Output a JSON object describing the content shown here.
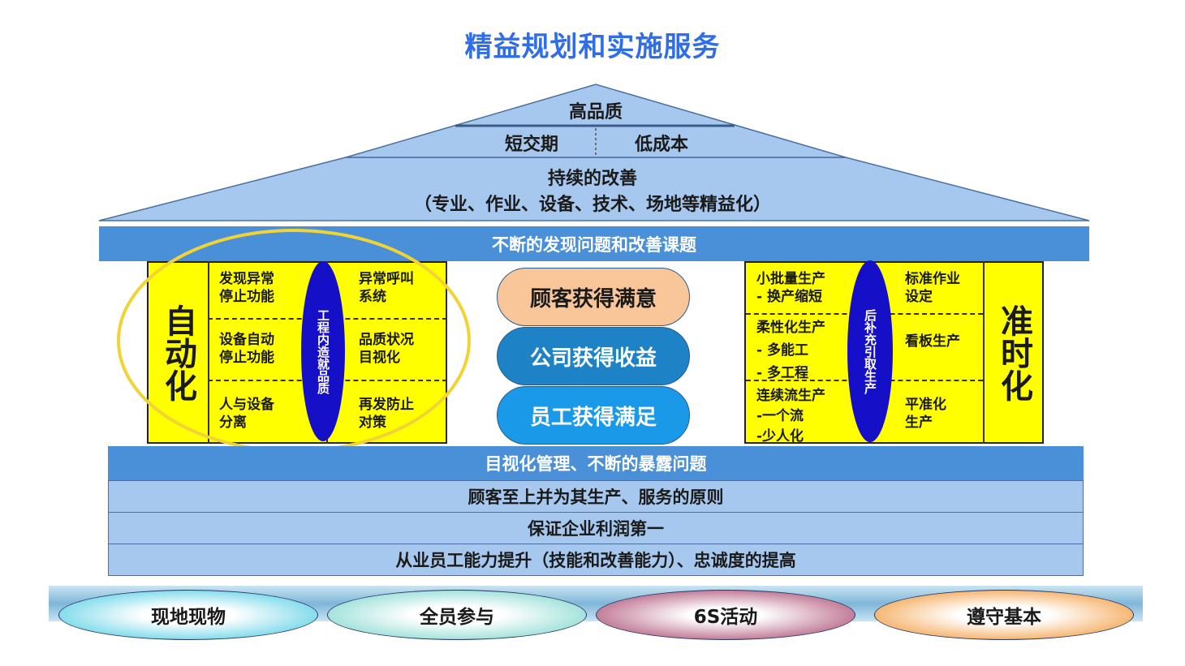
{
  "title": "精益规划和实施服务",
  "roof": {
    "top": "高品质",
    "left": "短交期",
    "right": "低成本",
    "main_line1": "持续的改善",
    "main_line2": "（专业、作业、设备、技术、场地等精益化）"
  },
  "beam_top": "不断的发现问题和改善课题",
  "left_pillar": {
    "big_label": "自动化",
    "oval": "工程内造就品质",
    "cells": [
      {
        "line1": "发现异常",
        "line2": "停止功能"
      },
      {
        "line1": "异常呼叫",
        "line2": "系统"
      },
      {
        "line1": "设备自动",
        "line2": "停止功能"
      },
      {
        "line1": "品质状况",
        "line2": "目视化"
      },
      {
        "line1": "人与设备",
        "line2": "分离"
      },
      {
        "line1": "再发防止",
        "line2": "对策"
      }
    ]
  },
  "center": {
    "pill1": "顾客获得满意",
    "pill2": "公司获得收益",
    "pill3": "员工获得满足"
  },
  "right_pillar": {
    "big_label": "准时化",
    "oval": "后补充引取生产",
    "left_cells": [
      {
        "line1": "小批量生产",
        "line2": "- 换产缩短"
      },
      {
        "line1": "柔性化生产",
        "line2": "- 多能工",
        "line3": "- 多工程"
      },
      {
        "line1": "连续流生产",
        "line2": "-一个流",
        "line3": "-少人化"
      }
    ],
    "right_cells": [
      {
        "line1": "标准作业",
        "line2": "设定"
      },
      {
        "line1": "看板生产",
        "line2": ""
      },
      {
        "line1": "平准化",
        "line2": "生产"
      }
    ]
  },
  "foundation": {
    "bar1": "目视化管理、不断的暴露问题",
    "bar2": "顾客至上并为其生产、服务的原则",
    "bar3": "保证企业利润第一",
    "bar4": "从业员工能力提升（技能和改善能力）、忠诚度的提高"
  },
  "base": [
    "现地现物",
    "全员参与",
    "6S活动",
    "遵守基本"
  ],
  "colors": {
    "title": "#2f6ee6",
    "roof": "#a7c8ee",
    "beam": "#4a90d9",
    "pillar": "#ffff00",
    "oval": "#1510c8",
    "highlight": "#f2d335"
  }
}
